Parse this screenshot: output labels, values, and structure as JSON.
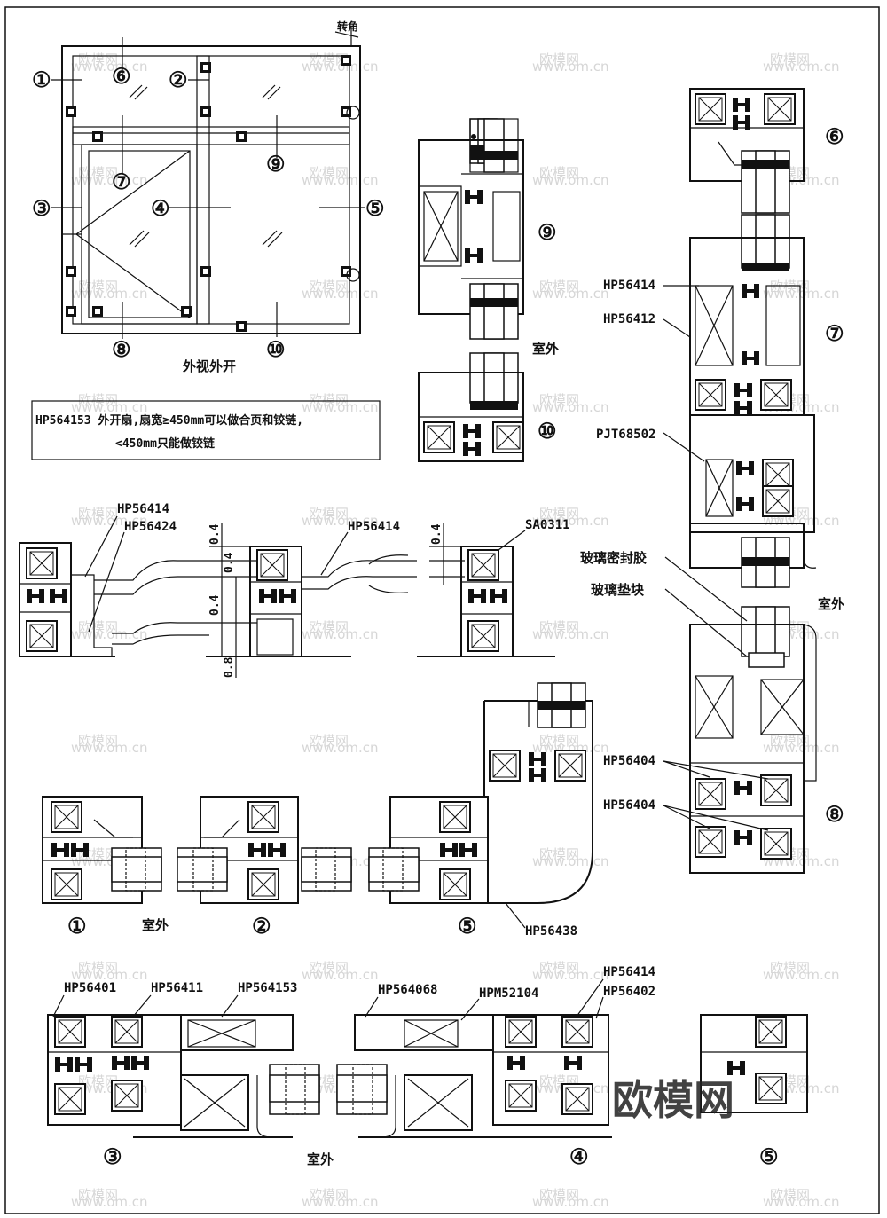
{
  "elevation": {
    "title": "外视外开",
    "corner_note": "转角",
    "pane_numbers": [
      "①",
      "⑥",
      "②",
      "⑦",
      "⑨",
      "③",
      "④",
      "⑤",
      "⑧",
      "⑩"
    ]
  },
  "note_box": {
    "line1": "HP564153  外开扇,扇宽≥450mm可以做合页和铰链,",
    "line2": "<450mm只能做铰链"
  },
  "section_nums": {
    "s9": "⑨",
    "s10": "⑩",
    "s6": "⑥",
    "s7": "⑦",
    "s8": "⑧",
    "b1": "①",
    "b2": "②",
    "b5": "⑤",
    "c3": "③",
    "c4": "④",
    "c5": "⑤"
  },
  "labels": {
    "outdoor_a": "室外",
    "outdoor_b": "室外",
    "outdoor_c": "室外",
    "outdoor_d": "室外",
    "glass_seal": "玻璃密封胶",
    "glass_block": "玻璃垫块"
  },
  "part_codes": {
    "hp56414_a": "HP56414",
    "hp56412": "HP56412",
    "pjt68502": "PJT68502",
    "hp56404_a": "HP56404",
    "hp56404_b": "HP56404",
    "hp56414_b": "HP56414",
    "hp56424": "HP56424",
    "hp56414_c": "HP56414",
    "sa0311": "SA0311",
    "hp56438": "HP56438",
    "hp56401": "HP56401",
    "hp56411": "HP56411",
    "hp564153": "HP564153",
    "hp564068": "HP564068",
    "hpm52104": "HPM52104",
    "hp56414_d": "HP56414",
    "hp56402": "HP56402"
  },
  "dimensions": {
    "d1": "0.4",
    "d2": "0.4",
    "d3": "0.4",
    "d4": "0.4",
    "d5": "0.8"
  },
  "watermark": {
    "big": "欧模网",
    "small": "欧模网",
    "url": "www.om.cn"
  }
}
